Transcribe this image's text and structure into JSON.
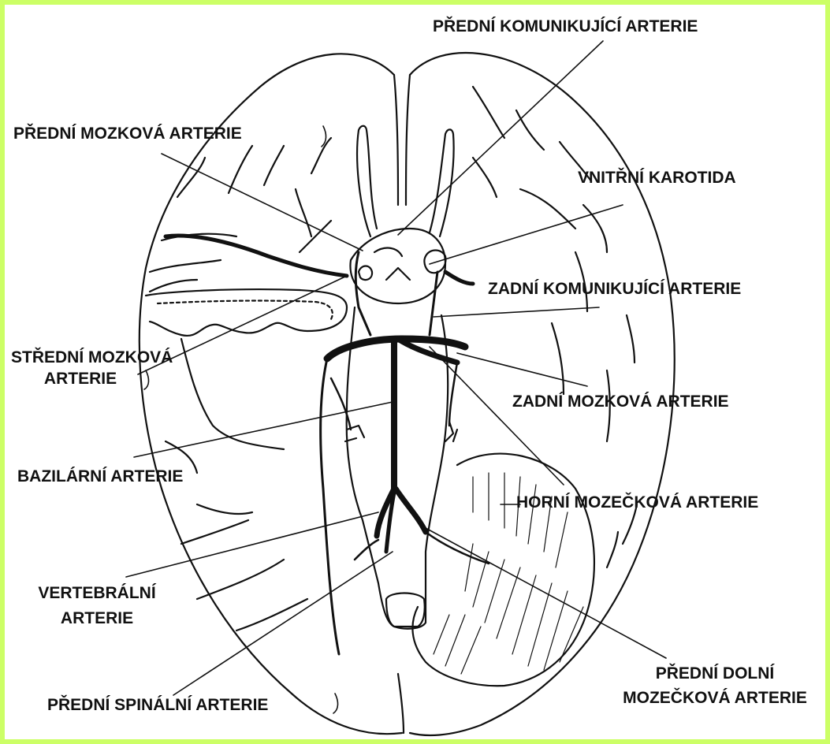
{
  "colors": {
    "frame": "#ccff66",
    "ink": "#111111",
    "background": "#ffffff"
  },
  "labels": {
    "acomm": "PŘEDNÍ KOMUNIKUJÍCÍ ARTERIE",
    "aca": "PŘEDNÍ MOZKOVÁ ARTERIE",
    "ica": "VNITŘNÍ KAROTIDA",
    "pcomm": "ZADNÍ KOMUNIKUJÍCÍ ARTERIE",
    "mca_1": "STŘEDNÍ MOZKOVÁ",
    "mca_2": "ARTERIE",
    "pca": "ZADNÍ MOZKOVÁ ARTERIE",
    "basilar": "BAZILÁRNÍ ARTERIE",
    "sca": "HORNÍ MOZEČKOVÁ ARTERIE",
    "vert_1": "VERTEBRÁLNÍ",
    "vert_2": "ARTERIE",
    "aica_1": "PŘEDNÍ DOLNÍ",
    "aica_2": "MOZEČKOVÁ ARTERIE",
    "asa": "PŘEDNÍ SPINÁLNÍ ARTERIE"
  }
}
